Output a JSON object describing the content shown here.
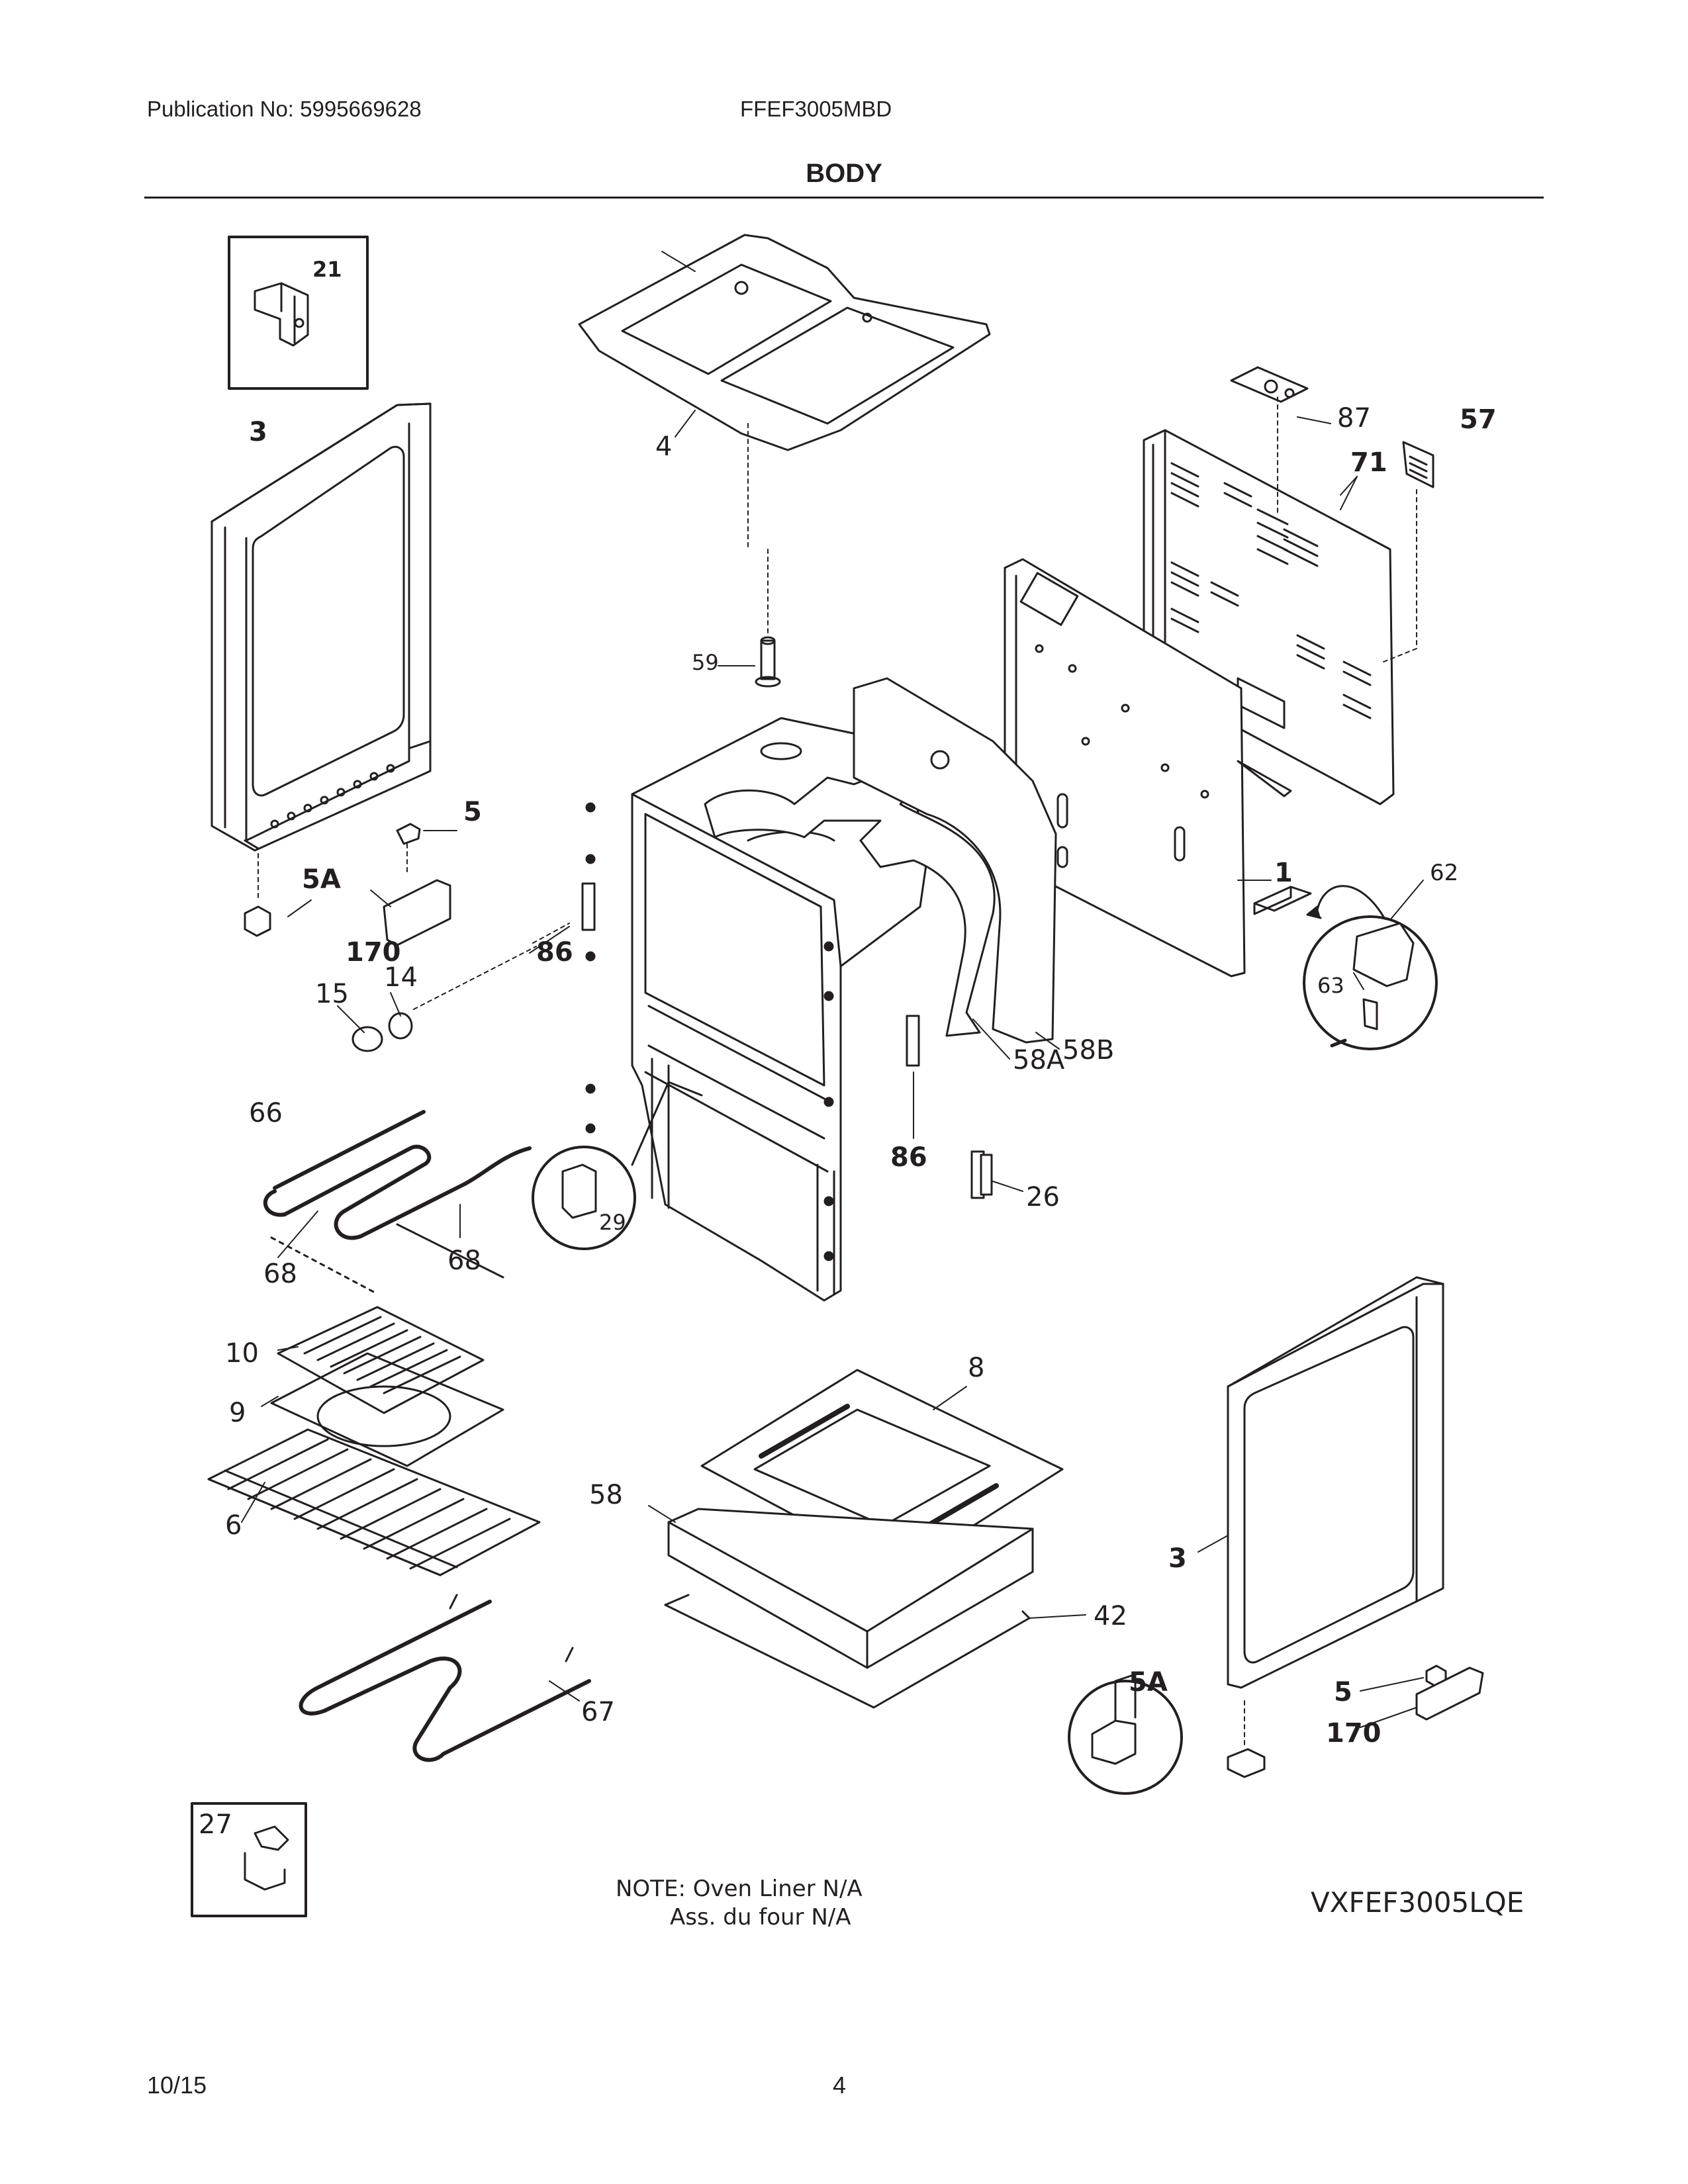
{
  "header": {
    "publication": "Publication No: 5995669628",
    "model": "FFEF3005MBD",
    "section_title": "BODY"
  },
  "callouts": [
    "21",
    "3",
    "4",
    "87",
    "57",
    "71",
    "59",
    "5",
    "5A",
    "1",
    "62",
    "63",
    "170",
    "14",
    "86",
    "15",
    "58A",
    "58B",
    "66",
    "29",
    "86",
    "26",
    "68",
    "68",
    "10",
    "8",
    "9",
    "58",
    "6",
    "3",
    "42",
    "5A",
    "5",
    "67",
    "170",
    "27"
  ],
  "note": {
    "line1": "NOTE: Oven Liner N/A",
    "line2": "Ass. du four N/A"
  },
  "variant_code": "VXFEF3005LQE",
  "footer": {
    "date": "10/15",
    "page": "4"
  }
}
